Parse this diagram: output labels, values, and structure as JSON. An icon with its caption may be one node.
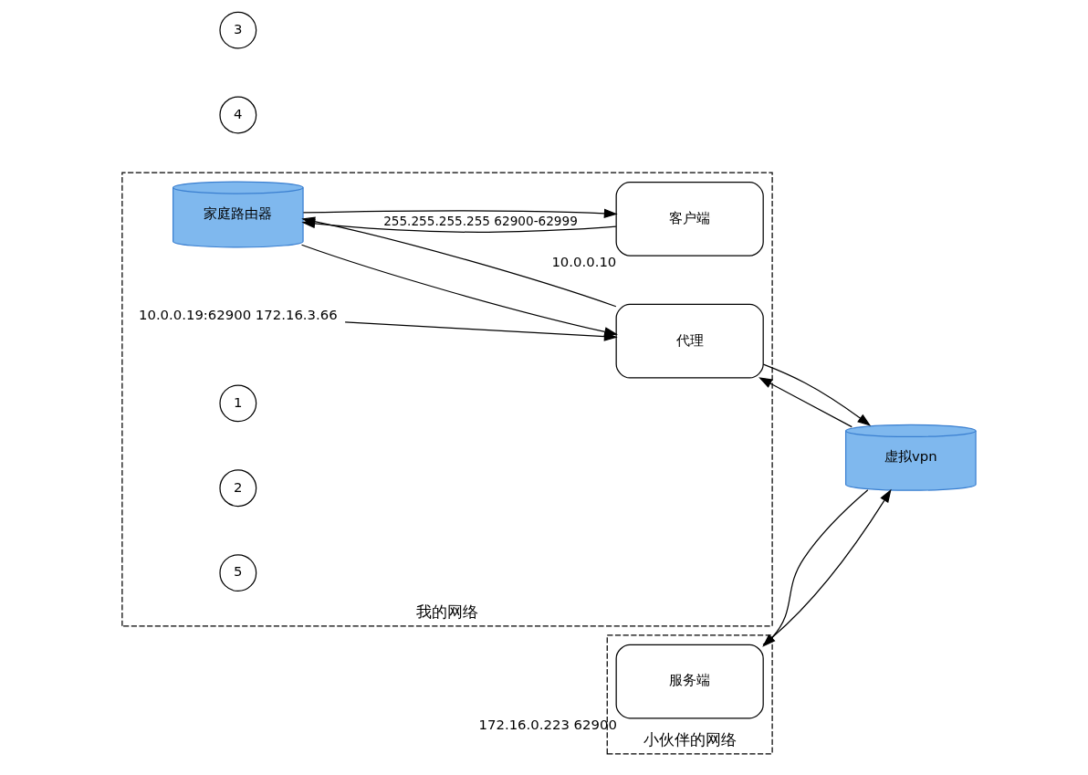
{
  "diagram": {
    "nodes": [
      {
        "text": [
          "我的网络"
        ]
      },
      {
        "text": [
          "家庭路由器"
        ],
        "in": 0
      },
      {
        "text": [
          "客户端"
        ],
        "in": 0,
        "beside": [
          "10.0.0.10"
        ]
      },
      {
        "text": [
          "代理"
        ],
        "in": 0
      },
      {
        "text": [
          "10.0.0.19:62900 172.16.3.66"
        ],
        "in": 0
      },
      {
        "text": [
          "1"
        ],
        "in": 0
      },
      {
        "text": [
          "2"
        ],
        "in": 0
      },
      {
        "text": [
          "5"
        ],
        "in": 0
      },
      {
        "text": [
          "4"
        ]
      },
      {
        "text": [
          "3"
        ]
      },
      {
        "text": [
          "虚拟vpn"
        ]
      },
      {
        "text": [
          "小伙伴的网络"
        ]
      },
      {
        "text": [
          "服务端"
        ],
        "in": 11,
        "beside": [
          "172.16.0.223 62900"
        ]
      }
    ],
    "edges": [
      {
        "from": 2,
        "to": 1,
        "arrow": "to",
        "label": "255.255.255.255 62900-62999"
      },
      {
        "from": 1,
        "to": 2,
        "arrow": "to"
      },
      {
        "from": 1,
        "to": 3,
        "arrow": "to"
      },
      {
        "from": 3,
        "to": 1,
        "arrow": "to"
      },
      {
        "from": 4,
        "to": 3,
        "arrow": "to"
      },
      {
        "from": 3,
        "to": 10,
        "arrow": "to"
      },
      {
        "from": 10,
        "to": 3,
        "arrow": "to"
      },
      {
        "from": 10,
        "to": 12,
        "arrow": "to"
      },
      {
        "from": 12,
        "to": 10,
        "arrow": "to"
      }
    ]
  }
}
